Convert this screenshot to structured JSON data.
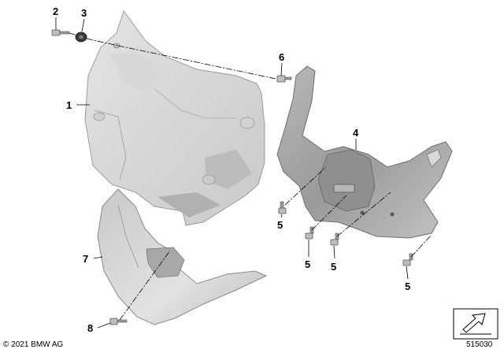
{
  "callouts": [
    "1",
    "2",
    "3",
    "4",
    "5",
    "5",
    "5",
    "5",
    "5",
    "6",
    "7",
    "8"
  ],
  "footer": {
    "copyright": "© 2021 BMW AG",
    "document_number": "515030"
  },
  "icon": "page-corner-arrow-icon"
}
